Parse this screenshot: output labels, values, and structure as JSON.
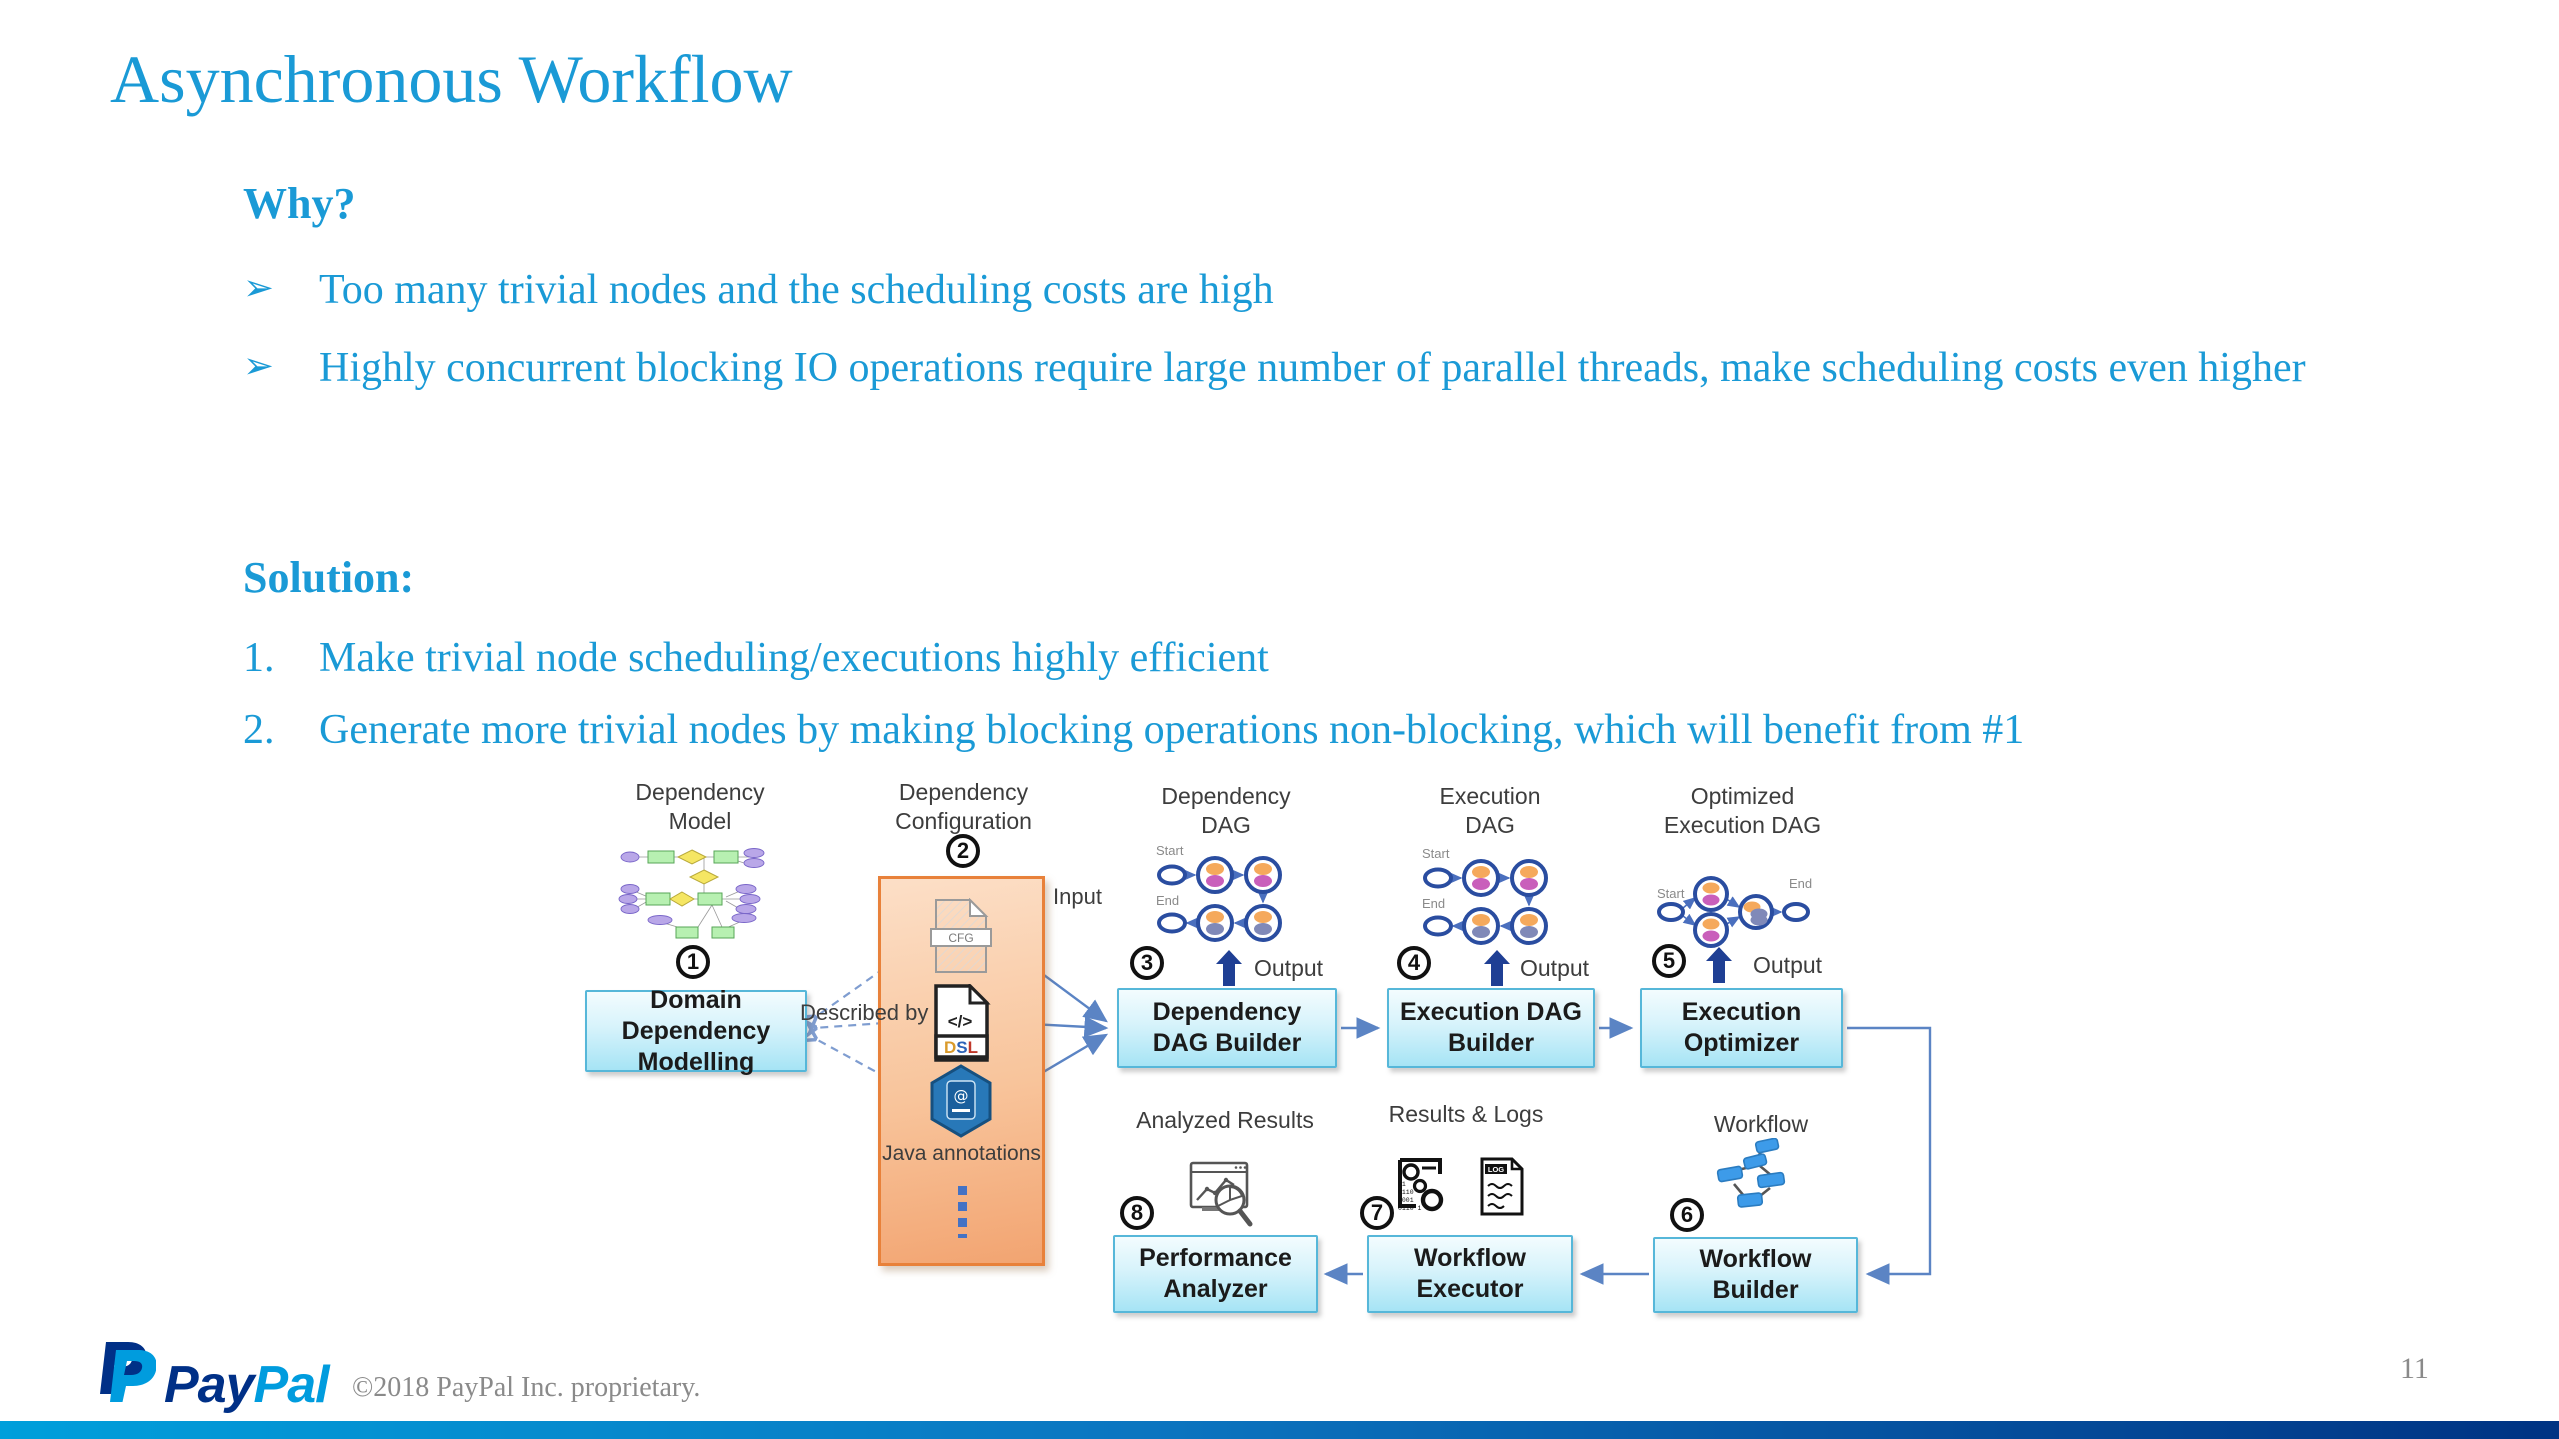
{
  "slide": {
    "title": "Asynchronous Workflow",
    "why_heading": "Why?",
    "why_bullets": [
      "Too many trivial nodes and the scheduling costs are high",
      "Highly concurrent blocking IO operations require large number of parallel threads, make scheduling costs even higher"
    ],
    "solution_heading": "Solution:",
    "solution_items": [
      {
        "num": "1.",
        "text": "Make trivial node scheduling/executions highly efficient"
      },
      {
        "num": "2.",
        "text": "Generate more trivial nodes by making blocking operations non-blocking, which will benefit from #1"
      }
    ]
  },
  "diagram": {
    "artifact_labels": {
      "dependency_model": "Dependency Model",
      "dependency_configuration": "Dependency Configuration",
      "dependency_dag": "Dependency DAG",
      "execution_dag": "Execution DAG",
      "optimized_execution_dag": "Optimized Execution DAG",
      "analyzed_results": "Analyzed Results",
      "results_logs": "Results & Logs",
      "workflow": "Workflow"
    },
    "boxes": {
      "domain_dependency_modelling": "Domain Dependency Modelling",
      "dependency_dag_builder": "Dependency DAG Builder",
      "execution_dag_builder": "Execution DAG Builder",
      "execution_optimizer": "Execution Optimizer",
      "workflow_builder": "Workflow Builder",
      "workflow_executor": "Workflow Executor",
      "performance_analyzer": "Performance Analyzer"
    },
    "step_numbers": {
      "s1": "1",
      "s2": "2",
      "s3": "3",
      "s4": "4",
      "s5": "5",
      "s6": "6",
      "s7": "7",
      "s8": "8"
    },
    "annotations": {
      "described_by": "Described by",
      "input": "Input",
      "output": "Output",
      "start": "Start",
      "end": "End",
      "java_annotations": "Java annotations",
      "cfg": "CFG",
      "dsl": "DSL",
      "code_glyph": "</>",
      "log": "LOG",
      "at_glyph": "@"
    },
    "colors": {
      "box_border": "#56b7d9",
      "box_fill": "#a6e4f5",
      "panel_border": "#e8813a",
      "panel_fill": "#f8c49b",
      "connector": "#5b84c4",
      "output_arrow": "#1f3f94",
      "dag_stroke": "#2a4da0",
      "node_orange": "#f5a95c",
      "node_magenta": "#c95fbb",
      "node_slate": "#8089b8"
    }
  },
  "footer": {
    "brand_part1": "Pay",
    "brand_part2": "Pal",
    "copyright": "©2018 PayPal Inc. proprietary.",
    "page_number": "11",
    "colors": {
      "navy": "#003087",
      "blue": "#009cde"
    }
  },
  "theme": {
    "text_blue": "#1a9ad6",
    "bullet_marker": "➢",
    "bottom_bar_left": "#009fdb",
    "bottom_bar_right": "#003383"
  }
}
